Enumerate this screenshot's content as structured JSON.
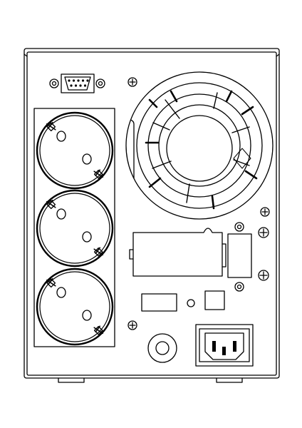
{
  "image": {
    "subject": "ups-rear-panel-line-drawing",
    "background_color": "#ffffff",
    "stroke_color": "#000000",
    "labels": []
  },
  "components": {
    "serial_port": "db9-serial-connector",
    "outlets": [
      "schuko-socket",
      "schuko-socket",
      "schuko-socket"
    ],
    "fan": "cooling-fan-grille",
    "battery_cover": "external-battery-cover-plate",
    "small_connector_slot": "expansion-port",
    "switches": [
      "rectangular-switch-left",
      "rectangular-switch-right"
    ],
    "fuse": "round-fuse-holder",
    "inlet": "iec-c14-power-inlet"
  }
}
